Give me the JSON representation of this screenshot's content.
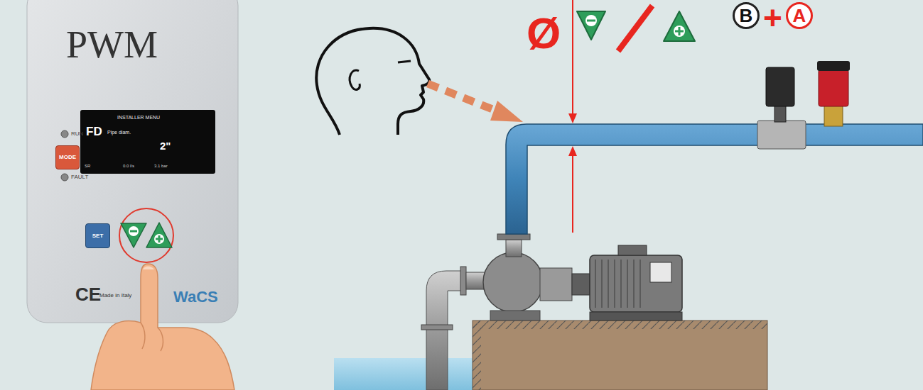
{
  "diagram": {
    "nodes": [
      {
        "text": [
          "INSTALLER MENU",
          "FD",
          "Pipe diam.",
          "2\"",
          "SR",
          "0.0 l/s",
          "3.1 bar"
        ]
      },
      {
        "text": [
          "MODE"
        ]
      },
      {
        "text": [
          "SET"
        ]
      },
      {
        "text": [
          "B"
        ]
      },
      {
        "text": [
          "A"
        ]
      }
    ],
    "labels": [
      "PWM",
      "RUN",
      "FAULT",
      "CE",
      "Made in Italy",
      "WaCS",
      "Ø",
      "+"
    ]
  }
}
